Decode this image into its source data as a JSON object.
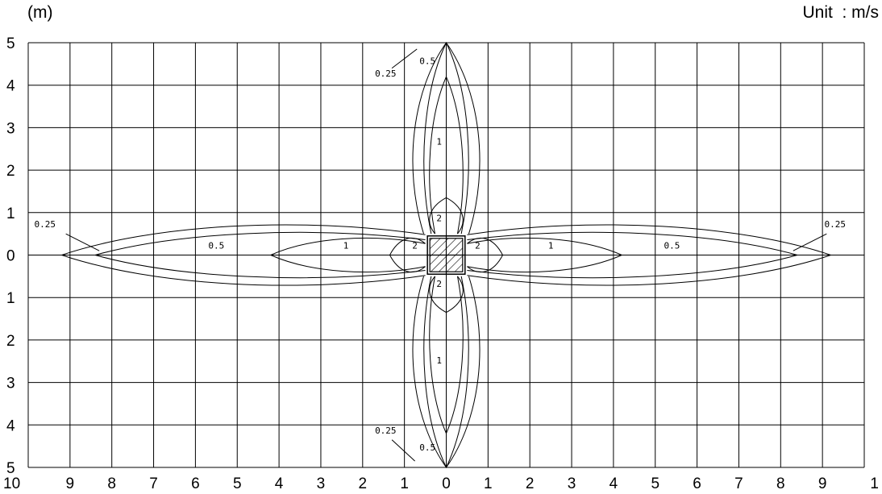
{
  "header": {
    "axis_unit": "(m)",
    "unit": "Unit  : m/s"
  },
  "chart_data": {
    "type": "contour",
    "x_tick_labels": [
      "10",
      "9",
      "8",
      "7",
      "6",
      "5",
      "4",
      "3",
      "2",
      "1",
      "0",
      "1",
      "2",
      "3",
      "4",
      "5",
      "6",
      "7",
      "8",
      "9",
      "1"
    ],
    "y_tick_labels": [
      "5",
      "4",
      "3",
      "2",
      "1",
      "0",
      "1",
      "2",
      "3",
      "4",
      "5"
    ],
    "xlim": [
      -10,
      10
    ],
    "ylim": [
      -5,
      5
    ],
    "grid": true,
    "contour_levels": [
      "0.25",
      "0.5",
      "1",
      "2"
    ],
    "contours": {
      "horizontal": [
        {
          "level": "0.25",
          "x_reach": 9.2,
          "y_half_width": 0.8
        },
        {
          "level": "0.5",
          "x_reach": 8.4,
          "y_half_width": 0.6
        },
        {
          "level": "1",
          "x_reach": 4.2,
          "y_half_width": 0.45
        },
        {
          "level": "2",
          "x_reach": 1.35,
          "y_half_width": 0.45
        }
      ],
      "vertical": [
        {
          "level": "0.25",
          "y_reach": 5.0,
          "x_half_width": 0.9
        },
        {
          "level": "0.5",
          "y_reach": 5.0,
          "x_half_width": 0.6
        },
        {
          "level": "1",
          "y_reach": 4.2,
          "x_half_width": 0.45
        },
        {
          "level": "2",
          "y_reach": 1.35,
          "x_half_width": 0.45
        }
      ]
    },
    "labels": [
      {
        "text": "0.25",
        "x": -9.6,
        "y": 0.65
      },
      {
        "text": "0.5",
        "x": -5.5,
        "y": 0.15
      },
      {
        "text": "1",
        "x": -2.4,
        "y": 0.15
      },
      {
        "text": "2",
        "x": -0.75,
        "y": 0.15
      },
      {
        "text": "2",
        "x": 0.75,
        "y": 0.15
      },
      {
        "text": "1",
        "x": 2.5,
        "y": 0.15
      },
      {
        "text": "0.5",
        "x": 5.4,
        "y": 0.15
      },
      {
        "text": "0.25",
        "x": 9.3,
        "y": 0.65
      },
      {
        "text": "2",
        "x": -0.17,
        "y": 0.8
      },
      {
        "text": "2",
        "x": -0.17,
        "y": -0.75
      },
      {
        "text": "1",
        "x": -0.17,
        "y": 2.6
      },
      {
        "text": "1",
        "x": -0.17,
        "y": -2.55
      },
      {
        "text": "0.25",
        "x": -1.45,
        "y": 4.2
      },
      {
        "text": "0.5",
        "x": -0.45,
        "y": 4.5
      },
      {
        "text": "0.25",
        "x": -1.45,
        "y": -4.2
      },
      {
        "text": "0.5",
        "x": -0.45,
        "y": -4.6
      }
    ],
    "source_box": {
      "x_half": 0.45,
      "y_half": 0.45
    }
  }
}
